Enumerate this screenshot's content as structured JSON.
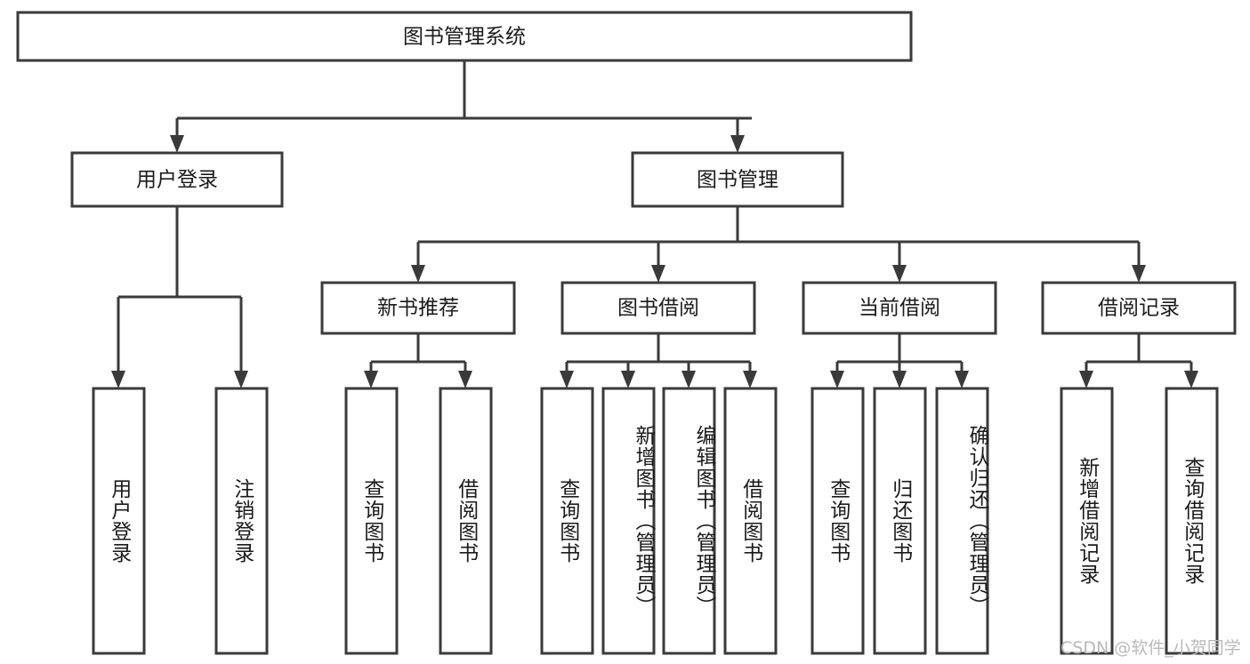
{
  "diagram": {
    "title": "图书管理系统",
    "type": "tree",
    "watermark": "CSDN @软件_小贺同学",
    "colors": {
      "stroke": "#3a3a3a",
      "fill": "#ffffff",
      "text": "#1b1b1b",
      "watermark": "#b9b9b9"
    },
    "root": {
      "label": "图书管理系统"
    },
    "level2": [
      {
        "label": "用户登录"
      },
      {
        "label": "图书管理"
      }
    ],
    "level3": [
      {
        "label": "新书推荐"
      },
      {
        "label": "图书借阅"
      },
      {
        "label": "当前借阅"
      },
      {
        "label": "借阅记录"
      }
    ],
    "leaves": {
      "user_login": [
        {
          "label": "用户登录"
        },
        {
          "label": "注销登录"
        }
      ],
      "new_book_recommend": [
        {
          "label": "查询图书"
        },
        {
          "label": "借阅图书"
        }
      ],
      "book_borrow": [
        {
          "label": "查询图书"
        },
        {
          "label": "新增图书（管理员）"
        },
        {
          "label": "编辑图书（管理员）"
        },
        {
          "label": "借阅图书"
        }
      ],
      "current_borrow": [
        {
          "label": "查询图书"
        },
        {
          "label": "归还图书"
        },
        {
          "label": "确认归还（管理员）"
        }
      ],
      "borrow_record": [
        {
          "label": "新增借阅记录"
        },
        {
          "label": "查询借阅记录"
        }
      ]
    }
  }
}
